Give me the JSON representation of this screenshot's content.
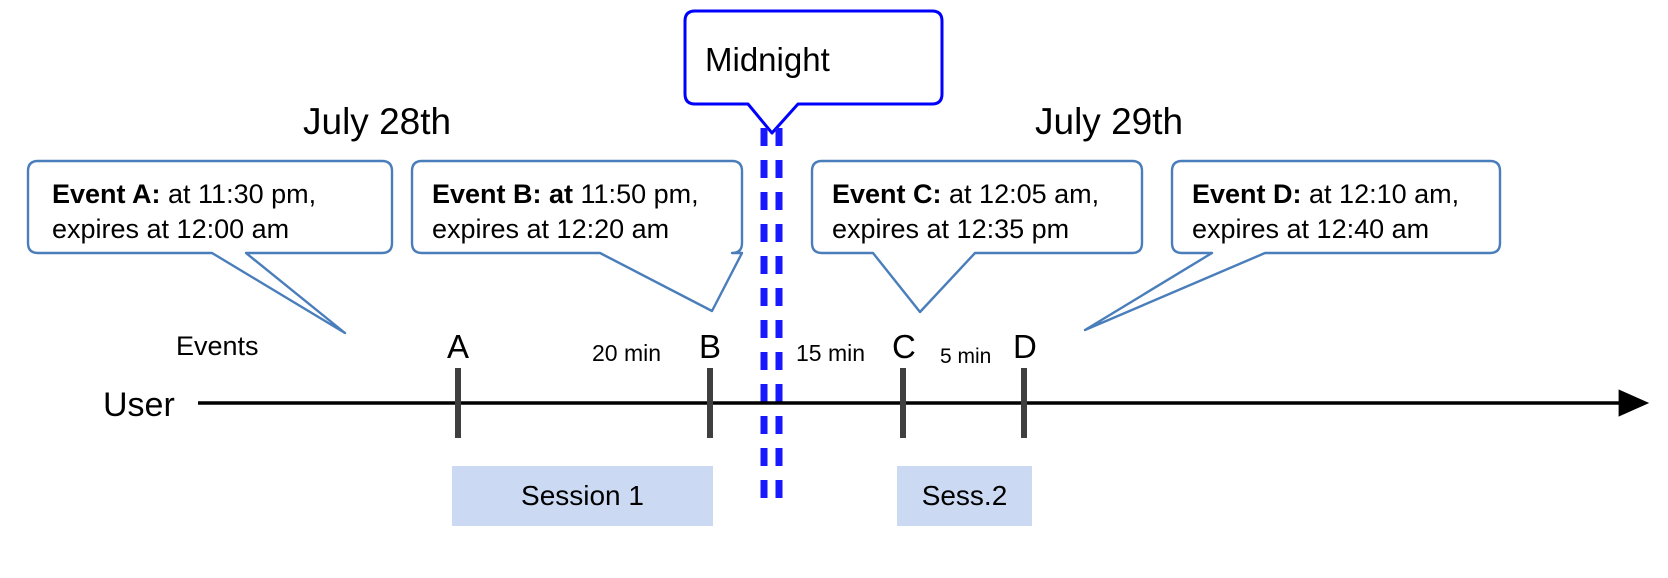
{
  "diagram": {
    "title_callout": {
      "label": "Midnight"
    },
    "dates": [
      {
        "label": "July 28th"
      },
      {
        "label": "July 29th"
      }
    ],
    "events": [
      {
        "id": "A",
        "bold_prefix": "Event A:",
        "line1_rest": " at 11:30 pm,",
        "line2": "expires at 12:00 am"
      },
      {
        "id": "B",
        "bold_prefix": "Event B: at",
        "line1_rest": " 11:50 pm,",
        "line2": "expires at 12:20 am"
      },
      {
        "id": "C",
        "bold_prefix": "Event C:",
        "line1_rest": " at 12:05 am,",
        "line2": "expires at 12:35 pm"
      },
      {
        "id": "D",
        "bold_prefix": "Event D:",
        "line1_rest": "  at 12:10 am,",
        "line2": "expires at 12:40 am"
      }
    ],
    "axis": {
      "row_label": "User",
      "events_row_label": "Events",
      "tick_labels": [
        "A",
        "B",
        "C",
        "D"
      ],
      "gaps": [
        {
          "label": "20 min"
        },
        {
          "label": "15 min"
        },
        {
          "label": "5 min"
        }
      ]
    },
    "sessions": [
      {
        "label": "Session 1"
      },
      {
        "label": "Sess.2"
      }
    ],
    "colors": {
      "callout_border": "#4a7ebb",
      "midnight_border": "#0000ff",
      "midnight_line": "#1818ff",
      "session_fill": "#ccd9f2",
      "tick": "#3f3f3f",
      "axis": "#000000",
      "text": "#000000"
    }
  }
}
